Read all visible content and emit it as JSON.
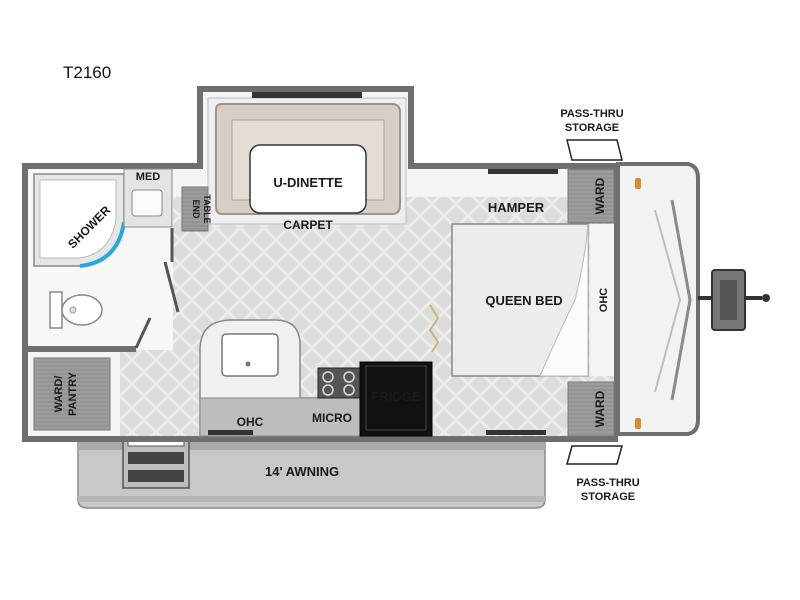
{
  "model": "T2160",
  "labels": {
    "pass_thru_storage_top": [
      "PASS-THRU",
      "STORAGE"
    ],
    "pass_thru_storage_bottom": [
      "PASS-THRU",
      "STORAGE"
    ],
    "med": "MED",
    "shower": "SHOWER",
    "end_table": [
      "END",
      "TABLE"
    ],
    "u_dinette": "U-DINETTE",
    "carpet": "CARPET",
    "hamper": "HAMPER",
    "ward_top": "WARD",
    "ward_bottom": "WARD",
    "queen_bed": "QUEEN BED",
    "ohc_front": "OHC",
    "ward_pantry": [
      "WARD/",
      "PANTRY"
    ],
    "ohc_kitchen": "OHC",
    "micro": "MICRO",
    "fridge": "FRIDGE",
    "awning": "14' AWNING"
  },
  "colors": {
    "wall": "#6f6f6f",
    "floor": "#dedede",
    "cabinet": "#9a9a9a",
    "bed": "#e9e9e9",
    "fridge": "#111111",
    "awning": "#c4c4c4",
    "shower_accent": "#29a8e0",
    "light_marker": "#d98b2b"
  }
}
